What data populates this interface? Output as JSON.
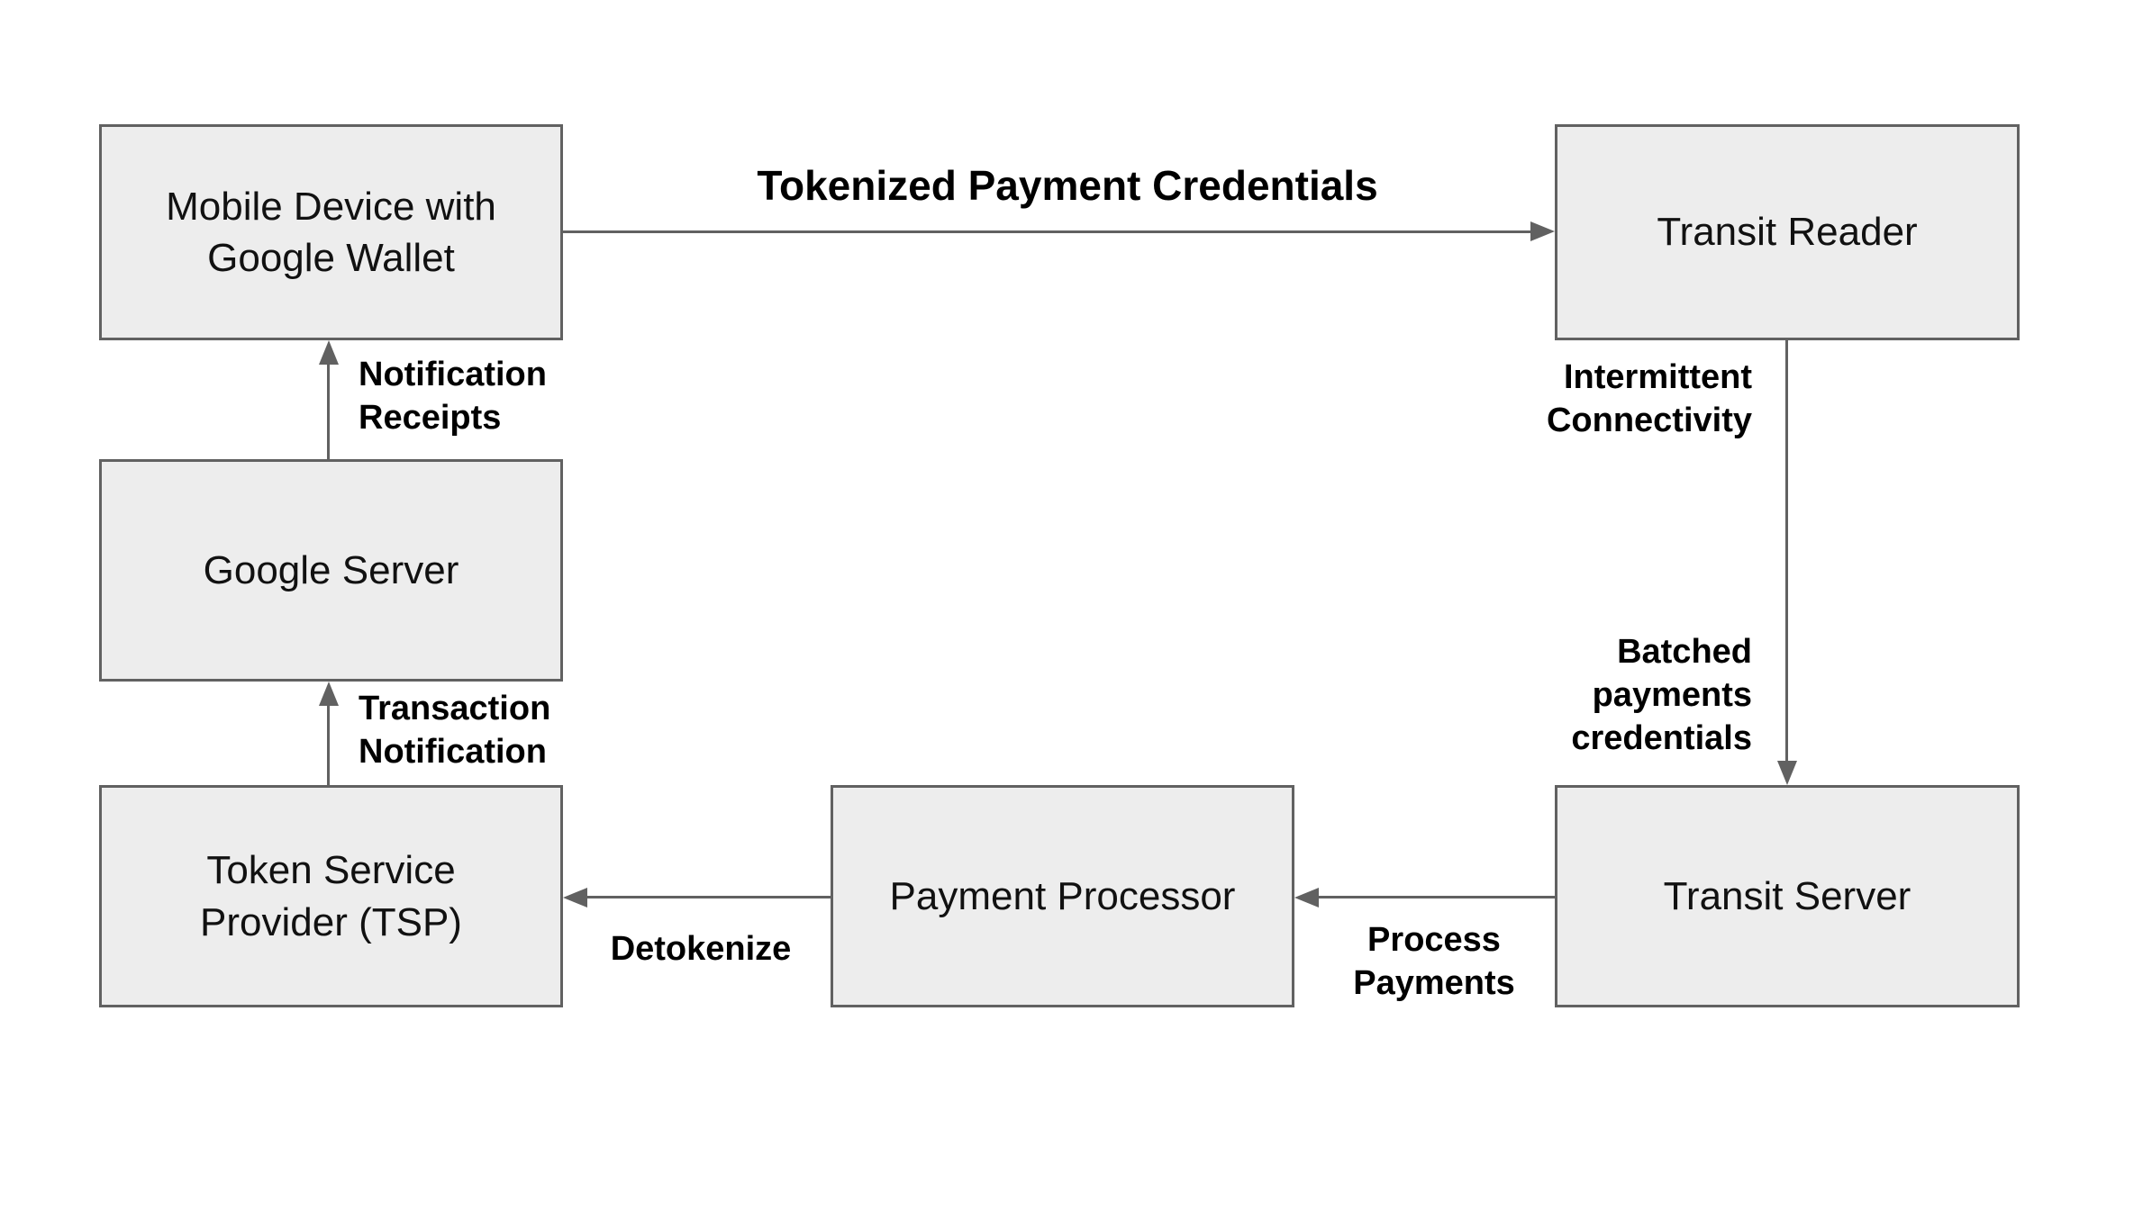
{
  "diagram": {
    "nodes": {
      "mobile_device": "Mobile Device with\nGoogle Wallet",
      "transit_reader": "Transit Reader",
      "google_server": "Google Server",
      "token_service_provider": "Token Service\nProvider (TSP)",
      "payment_processor": "Payment Processor",
      "transit_server": "Transit Server"
    },
    "edges": [
      {
        "from": "mobile_device",
        "to": "transit_reader",
        "direction": "right",
        "label": "Tokenized Payment Credentials"
      },
      {
        "from": "google_server",
        "to": "mobile_device",
        "direction": "up",
        "label": "Notification\nReceipts"
      },
      {
        "from": "token_service_provider",
        "to": "google_server",
        "direction": "up",
        "label": "Transaction\nNotification"
      },
      {
        "from": "transit_reader",
        "to": "transit_server",
        "direction": "down",
        "label": "Intermittent\nConnectivity",
        "label2": "Batched\npayments\ncredentials"
      },
      {
        "from": "transit_server",
        "to": "payment_processor",
        "direction": "left",
        "label": "Process\nPayments"
      },
      {
        "from": "payment_processor",
        "to": "token_service_provider",
        "direction": "left",
        "label": "Detokenize"
      }
    ],
    "colors": {
      "node_fill": "#ededed",
      "node_border": "#616161",
      "arrow": "#616161",
      "text": "#111111"
    }
  }
}
